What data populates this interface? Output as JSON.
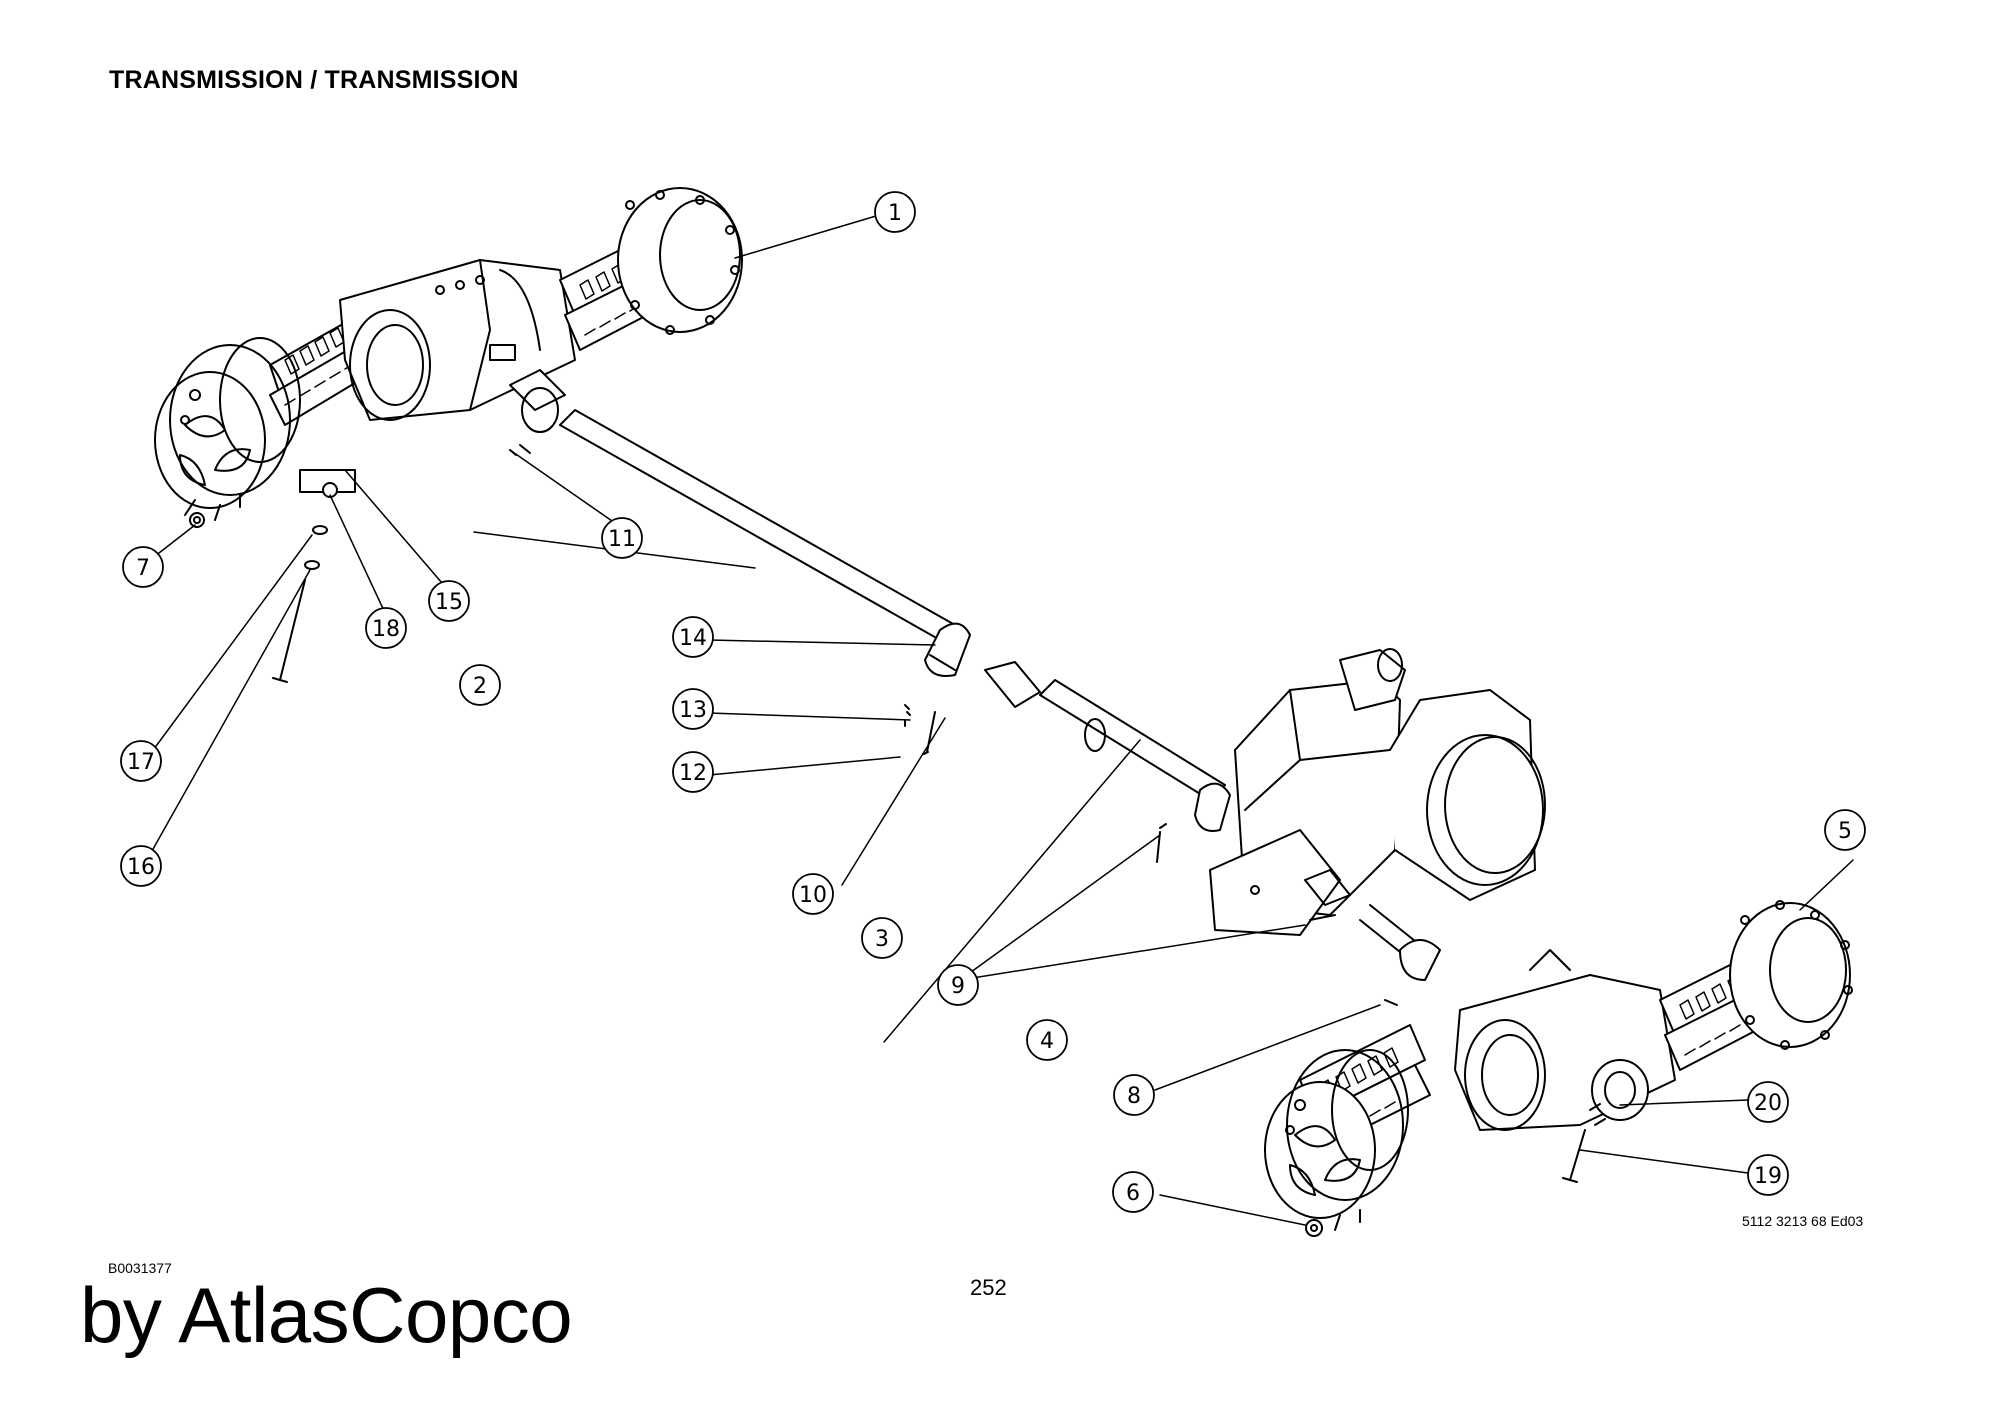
{
  "header": {
    "title": "TRANSMISSION / TRANSMISSION"
  },
  "footer": {
    "drawing_number": "5112 3213 68 Ed03",
    "image_code": "B0031377",
    "page_number": "252",
    "brand": "by AtlasCopco"
  },
  "callouts": [
    "1",
    "2",
    "3",
    "4",
    "5",
    "6",
    "7",
    "8",
    "9",
    "10",
    "11",
    "12",
    "13",
    "14",
    "15",
    "16",
    "17",
    "18",
    "19",
    "20"
  ]
}
